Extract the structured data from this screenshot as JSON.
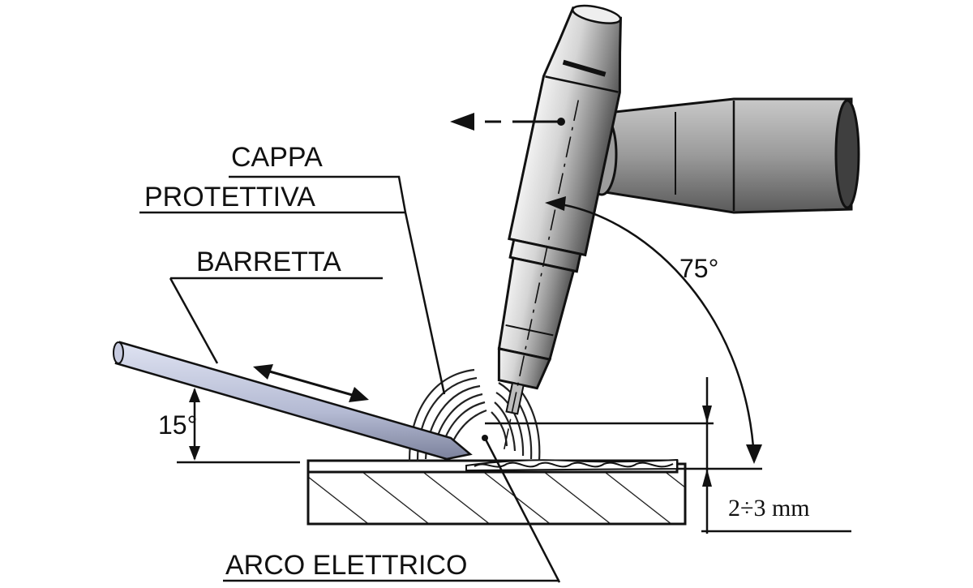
{
  "diagram": {
    "labels": {
      "cappa": "CAPPA",
      "protettiva": "PROTETTIVA",
      "barretta": "BARRETTA",
      "arco": "ARCO ELETTRICO"
    },
    "angles": {
      "torch": "75°",
      "rod": "15°"
    },
    "dimension": "2÷3 mm"
  },
  "colors": {
    "ink": "#111111",
    "torch_light": "#d9d9d9",
    "torch_mid": "#a6a6a6",
    "torch_dark": "#5e5e5e",
    "rod": "#b9bfd8"
  },
  "icons": [
    "direction-arrow-left-icon",
    "double-headed-arrow-icon",
    "angle-arc-arrow-icon"
  ]
}
